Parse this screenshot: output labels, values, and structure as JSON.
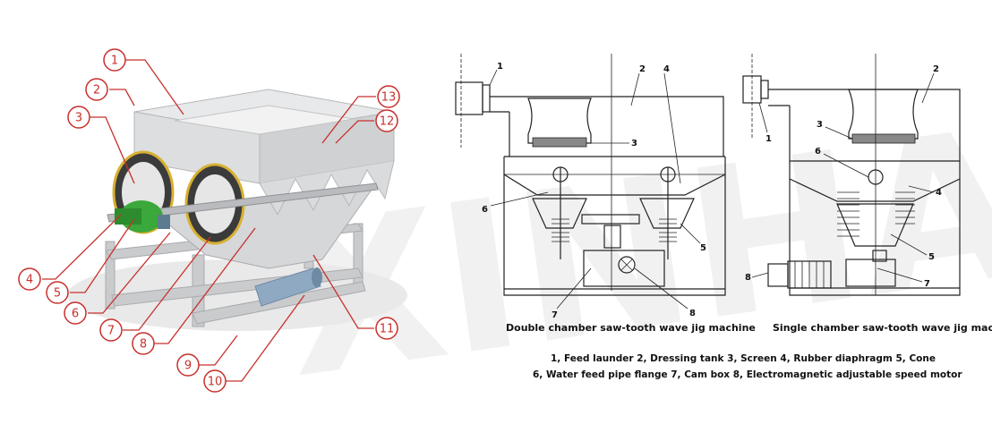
{
  "photo": {
    "callouts": [
      {
        "n": "1"
      },
      {
        "n": "2"
      },
      {
        "n": "3"
      },
      {
        "n": "4"
      },
      {
        "n": "5"
      },
      {
        "n": "6"
      },
      {
        "n": "7"
      },
      {
        "n": "8"
      },
      {
        "n": "9"
      },
      {
        "n": "10"
      },
      {
        "n": "11"
      },
      {
        "n": "12"
      },
      {
        "n": "13"
      }
    ]
  },
  "watermark": {
    "text": "XINHAI"
  },
  "double_chamber": {
    "caption": "Double chamber saw-tooth wave jig machine",
    "labels": [
      "1",
      "2",
      "3",
      "4",
      "5",
      "6",
      "7",
      "8"
    ]
  },
  "single_chamber": {
    "caption": "Single chamber saw-tooth wave jig machine",
    "labels": [
      "1",
      "2",
      "3",
      "4",
      "5",
      "6",
      "7",
      "8"
    ]
  },
  "legend": {
    "line1": "1, Feed launder  2, Dressing tank  3, Screen  4, Rubber diaphragm  5, Cone",
    "line2": "6, Water feed pipe flange 7, Cam box  8, Electromagnetic adjustable speed motor"
  },
  "colors": {
    "callout": "#c8302c",
    "watermark": "#e6e6e6",
    "motor_green": "#3aa83a",
    "drum_rim": "#d8b030"
  }
}
